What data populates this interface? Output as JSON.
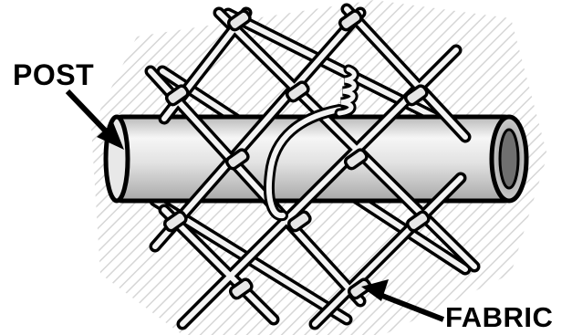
{
  "labels": {
    "post": "POST",
    "fabric": "FABRIC"
  },
  "colors": {
    "ink": "#000000",
    "paper": "#ffffff",
    "hatch": "#d6d6d6",
    "metal_light": "#f4f4f4",
    "metal_mid": "#cfcfcf",
    "metal_dark": "#9a9a9a"
  },
  "components": [
    "post",
    "fabric",
    "tie-wire"
  ]
}
